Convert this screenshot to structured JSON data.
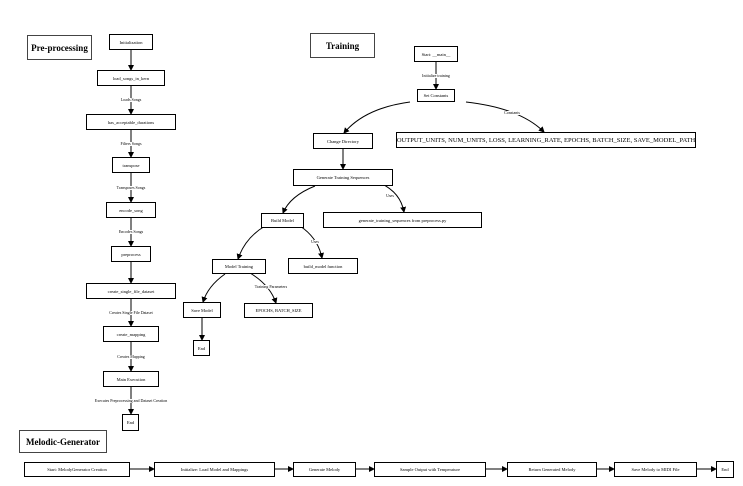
{
  "sections": {
    "preprocessing": "Pre-processing",
    "training": "Training",
    "generator": "Melodic-Generator"
  },
  "pre": {
    "initialization": "Initialization",
    "load_songs": "load_songs_in_kern",
    "has_durations": "has_acceptable_durations",
    "transpose": "transpose",
    "encode_song": "encode_song",
    "preprocess": "preprocess",
    "create_dataset": "create_single_file_dataset",
    "create_mapping": "create_mapping",
    "main_execution": "Main Execution",
    "end": "End",
    "edge_load": "Loads Songs",
    "edge_filter": "Filters Songs",
    "edge_transpose": "Transposes Songs",
    "edge_encode": "Encodes Songs",
    "edge_dataset": "Creates Single File Dataset",
    "edge_mapping": "Creates Mapping",
    "edge_exec": "Executes Preprocessing and Dataset Creation"
  },
  "train": {
    "start": "Start: __main__",
    "set_constants": "Set Constants",
    "constants_list": "OUTPUT_UNITS, NUM_UNITS, LOSS, LEARNING_RATE, EPOCHS, BATCH_SIZE, SAVE_MODEL_PATH",
    "change_dir": "Change Directory",
    "gen_sequences": "Generate Training Sequences",
    "gen_fn": "generate_training_sequences from preprocess.py",
    "build_model": "Build Model",
    "build_fn": "build_model function",
    "model_training": "Model Training",
    "epochs_batch": "EPOCHS, BATCH_SIZE",
    "save_model": "Save Model",
    "end": "End",
    "edge_init": "Initialize training",
    "edge_constants": "Constants",
    "edge_uses1": "Uses",
    "edge_uses2": "Uses",
    "edge_params": "Training Parameters"
  },
  "gen": {
    "start": "Start: MelodyGenerator Creation",
    "init": "Initialize: Load Model and Mappings",
    "generate": "Generate Melody",
    "sample": "Sample Output with Temperature",
    "return": "Return Generated Melody",
    "save": "Save Melody to MIDI File",
    "end": "End"
  }
}
